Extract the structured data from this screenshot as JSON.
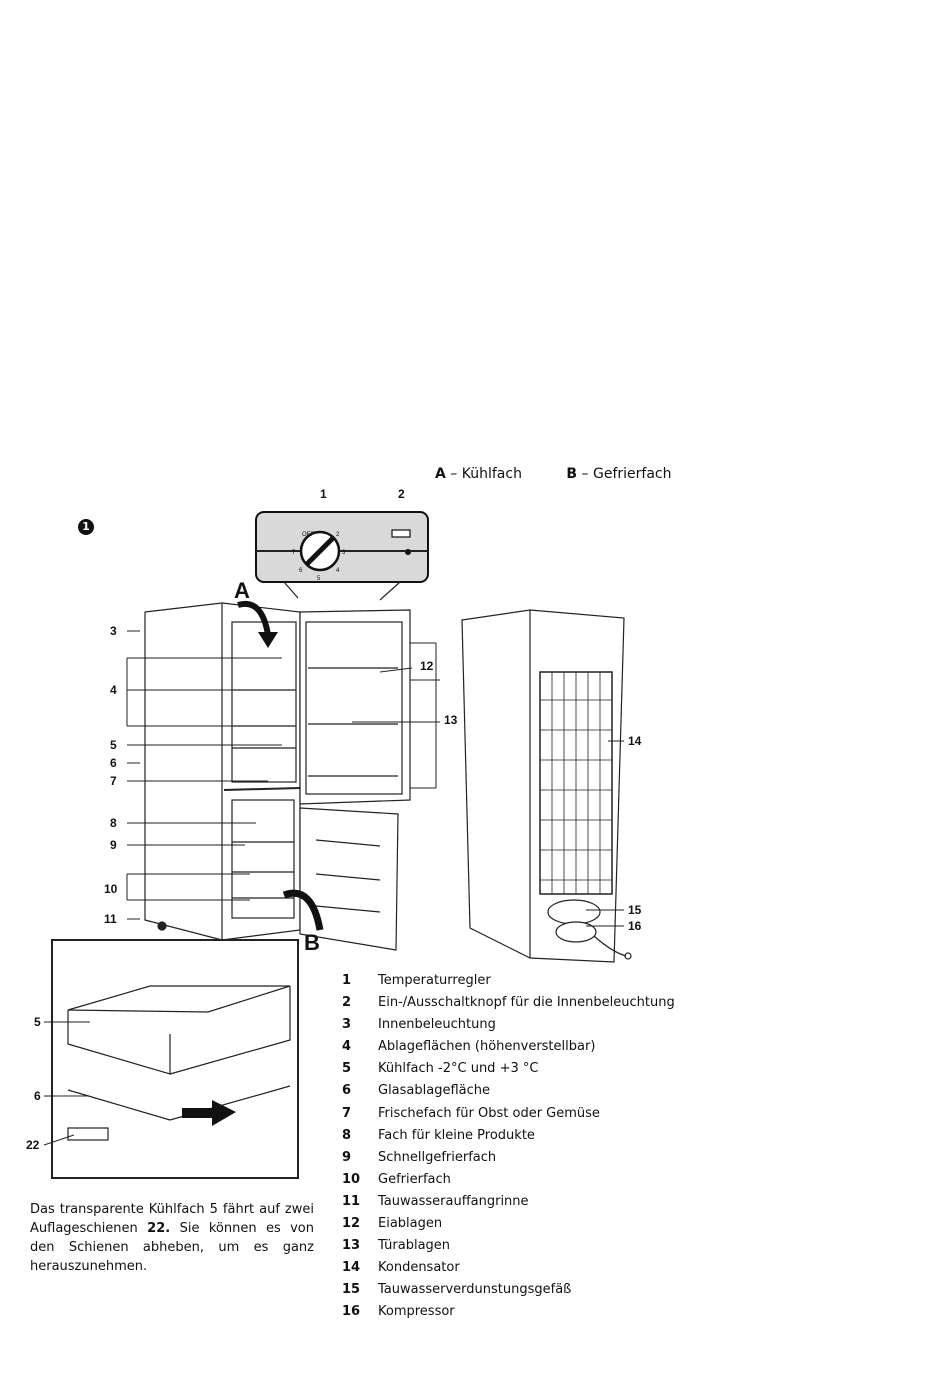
{
  "compartments": [
    {
      "letter": "A",
      "name": "Kühlfach"
    },
    {
      "letter": "B",
      "name": "Gefrierfach"
    }
  ],
  "figure_marker": "1",
  "dial_marks": [
    "OFF",
    "1",
    "2",
    "3",
    "4",
    "5",
    "6",
    "7"
  ],
  "figure_callouts": {
    "control_panel": [
      "1",
      "2"
    ],
    "arrows": [
      "A",
      "B"
    ],
    "front_left": [
      "3",
      "4",
      "5",
      "6",
      "7",
      "8",
      "9",
      "10",
      "11"
    ],
    "door": [
      "12",
      "13"
    ],
    "back": [
      "14",
      "15",
      "16"
    ],
    "detail": [
      "5",
      "6",
      "22"
    ]
  },
  "parts": [
    {
      "num": "1",
      "label": "Temperaturregler"
    },
    {
      "num": "2",
      "label": "Ein-/Ausschaltknopf für die Innenbeleuchtung"
    },
    {
      "num": "3",
      "label": "Innenbeleuchtung"
    },
    {
      "num": "4",
      "label": "Ablageflächen (höhenverstellbar)"
    },
    {
      "num": "5",
      "label": "Kühlfach -2°C und +3 °C"
    },
    {
      "num": "6",
      "label": "Glasablagefläche"
    },
    {
      "num": "7",
      "label": "Frischefach für Obst oder Gemüse"
    },
    {
      "num": "8",
      "label": "Fach für kleine Produkte"
    },
    {
      "num": "9",
      "label": "Schnellgefrierfach"
    },
    {
      "num": "10",
      "label": "Gefrierfach"
    },
    {
      "num": "11",
      "label": "Tauwasserauffangrinne"
    },
    {
      "num": "12",
      "label": "Eiablagen"
    },
    {
      "num": "13",
      "label": "Türablagen"
    },
    {
      "num": "14",
      "label": "Kondensator"
    },
    {
      "num": "15",
      "label": "Tauwasserverdunstungsgefäß"
    },
    {
      "num": "16",
      "label": "Kompressor"
    }
  ],
  "caption": {
    "part1": "Das transparente Kühlfach 5 fährt auf zwei Auflageschienen ",
    "bold": "22.",
    "part2": " Sie können es von den Schienen abheben, um es ganz herauszunehmen."
  }
}
